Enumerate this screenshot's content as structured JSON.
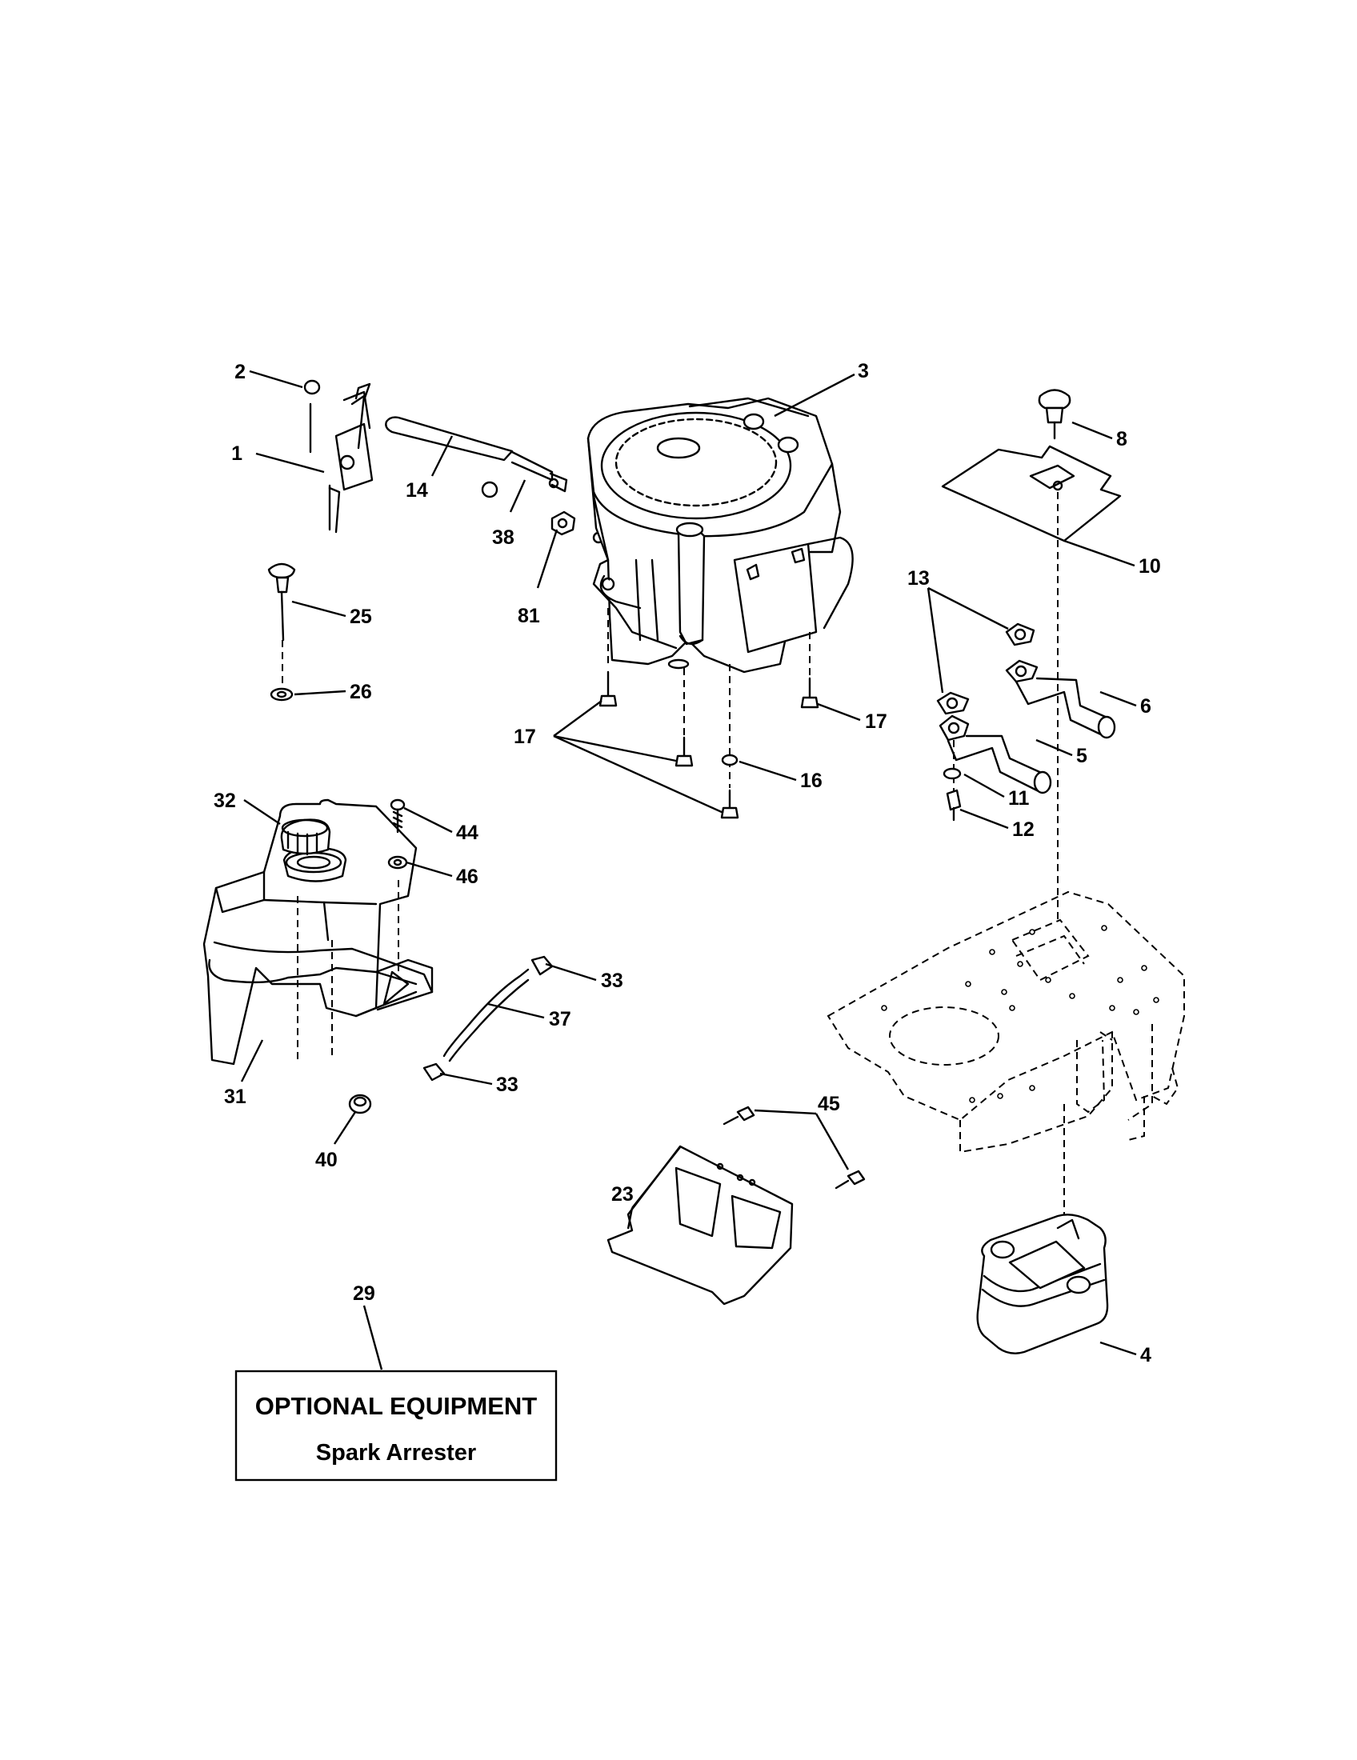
{
  "callouts": [
    {
      "id": "c1",
      "text": "1"
    },
    {
      "id": "c2",
      "text": "2"
    },
    {
      "id": "c3",
      "text": "3"
    },
    {
      "id": "c4",
      "text": "4"
    },
    {
      "id": "c5",
      "text": "5"
    },
    {
      "id": "c6",
      "text": "6"
    },
    {
      "id": "c8",
      "text": "8"
    },
    {
      "id": "c10",
      "text": "10"
    },
    {
      "id": "c11",
      "text": "11"
    },
    {
      "id": "c12",
      "text": "12"
    },
    {
      "id": "c13",
      "text": "13"
    },
    {
      "id": "c14",
      "text": "14"
    },
    {
      "id": "c16",
      "text": "16"
    },
    {
      "id": "c17a",
      "text": "17"
    },
    {
      "id": "c17b",
      "text": "17"
    },
    {
      "id": "c23",
      "text": "23"
    },
    {
      "id": "c25",
      "text": "25"
    },
    {
      "id": "c26",
      "text": "26"
    },
    {
      "id": "c29",
      "text": "29"
    },
    {
      "id": "c31",
      "text": "31"
    },
    {
      "id": "c32",
      "text": "32"
    },
    {
      "id": "c33a",
      "text": "33"
    },
    {
      "id": "c33b",
      "text": "33"
    },
    {
      "id": "c37",
      "text": "37"
    },
    {
      "id": "c38",
      "text": "38"
    },
    {
      "id": "c40",
      "text": "40"
    },
    {
      "id": "c44",
      "text": "44"
    },
    {
      "id": "c45",
      "text": "45"
    },
    {
      "id": "c46",
      "text": "46"
    },
    {
      "id": "c81",
      "text": "81"
    }
  ],
  "optional_box": {
    "title": "OPTIONAL EQUIPMENT",
    "subtitle": "Spark Arrester"
  }
}
